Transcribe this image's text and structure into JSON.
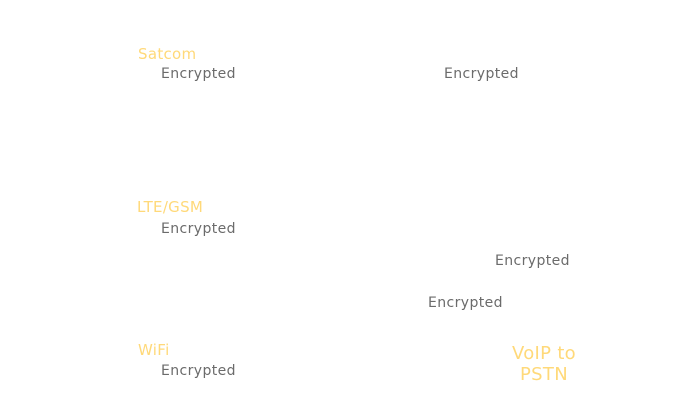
{
  "networks": {
    "satcom": {
      "label": "Satcom",
      "status": "Encrypted"
    },
    "lte": {
      "label": "LTE/GSM",
      "status": "Encrypted"
    },
    "wifi": {
      "label": "WiFi",
      "status": "Encrypted"
    }
  },
  "links": {
    "top_right": "Encrypted",
    "mid_right": "Encrypted",
    "lower_mid": "Encrypted"
  },
  "gateway": {
    "label_line1": "VoIP to",
    "label_line2": "PSTN"
  },
  "colors": {
    "network_label": "#ffd979",
    "status_text": "#6b6b6b",
    "background": "#ffffff"
  }
}
